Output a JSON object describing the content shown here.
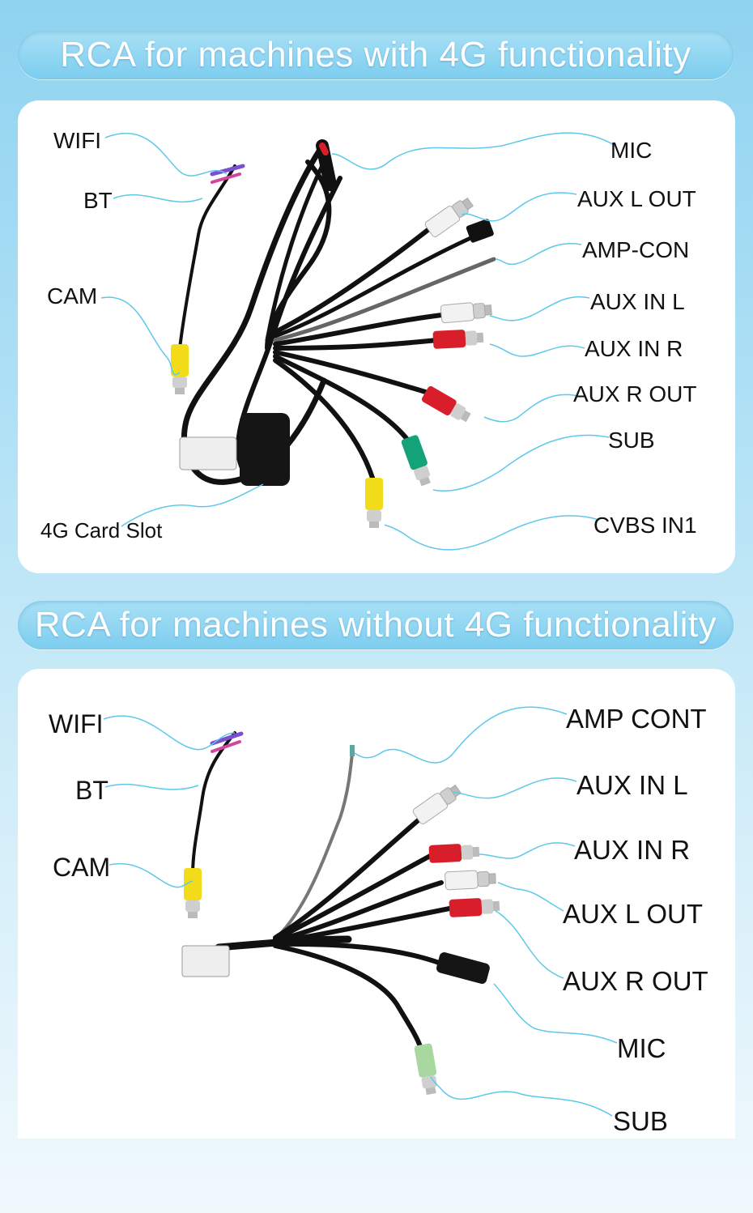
{
  "section_with_4g": {
    "title": "RCA for machines with 4G functionality",
    "left_labels": [
      "WIFI",
      "BT",
      "CAM",
      "4G Card Slot"
    ],
    "right_labels": [
      "MIC",
      "AUX L OUT",
      "AMP-CON",
      "AUX IN L",
      "AUX IN R",
      "AUX R OUT",
      "SUB",
      "CVBS IN1"
    ]
  },
  "section_without_4g": {
    "title": "RCA for machines without 4G functionality",
    "left_labels": [
      "WIFI",
      "BT",
      "CAM"
    ],
    "right_labels": [
      "AMP CONT",
      "AUX IN L",
      "AUX IN R",
      "AUX L OUT",
      "AUX R OUT",
      "MIC",
      "SUB"
    ]
  },
  "colors": {
    "leader_line": "#5ec8ea",
    "cable": "#111111",
    "rca_white": "#f2f2f2",
    "rca_red": "#d81e2a",
    "rca_yellow": "#f2dc1a",
    "rca_green": "#14a27a",
    "rca_light_green": "#a8d8a0"
  }
}
